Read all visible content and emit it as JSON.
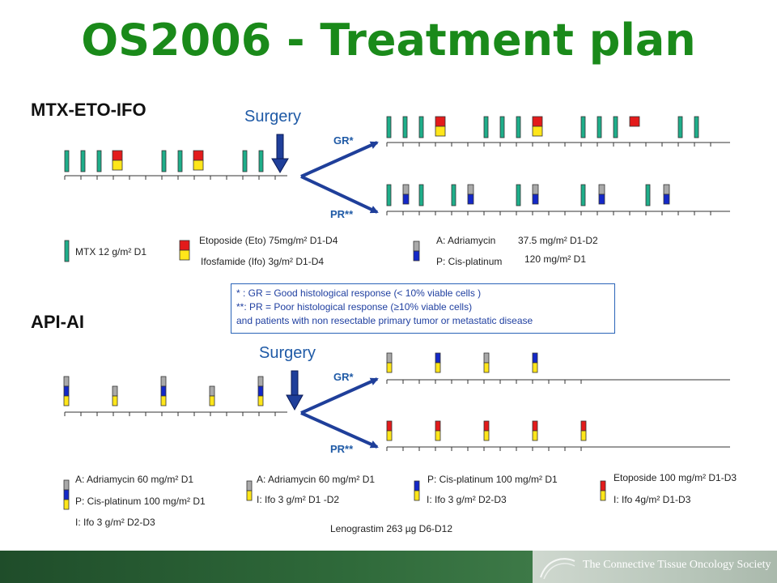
{
  "title": "OS2006 - Treatment plan",
  "colors": {
    "title_green": "#1a8a1a",
    "mtx_teal": "#1fae8a",
    "red": "#e31b1b",
    "yellow": "#ffe61a",
    "gray": "#a9a9a9",
    "blue": "#1428c8",
    "arrow_blue": "#1f3f9a"
  },
  "mtx": {
    "title": "MTX-ETO-IFO",
    "surgery": "Surgery",
    "gr": "GR*",
    "pr": "PR**",
    "legend": {
      "mtx": "MTX 12 g/m² D1",
      "eto": "Etoposide (Eto) 75mg/m² D1-D4",
      "ifo": "Ifosfamide (Ifo) 3g/m² D1-D4",
      "adria_a": "A: Adriamycin",
      "adria_dose": "37.5 mg/m² D1-D2",
      "cis_p": "P: Cis-platinum",
      "cis_dose": "120 mg/m² D1"
    }
  },
  "note": {
    "line1": "* : GR = Good histological response (< 10% viable cells )",
    "line2": "**: PR = Poor histological response (≥10% viable cells)",
    "line3": "and patients with non resectable primary tumor or metastatic disease"
  },
  "api": {
    "title": "API-AI",
    "surgery": "Surgery",
    "gr": "GR*",
    "pr": "PR**",
    "legend": {
      "api_a": "A: Adriamycin 60 mg/m² D1",
      "api_p": "P: Cis-platinum 100 mg/m² D1",
      "api_i": "I: Ifo 3 g/m² D2-D3",
      "ai_a": "A: Adriamycin 60 mg/m² D1",
      "ai_i": "I: Ifo 3 g/m² D1 -D2",
      "pi_p": "P: Cis-platinum 100 mg/m² D1",
      "pi_i": "I: Ifo 3 g/m² D2-D3",
      "ei_e": "Etoposide 100 mg/m² D1-D3",
      "ei_i": "I: Ifo 4g/m² D1-D3",
      "lenograstim": "Lenograstim 263 µg D6-D12"
    }
  },
  "footer": {
    "society": "The Connective Tissue Oncology Society"
  }
}
